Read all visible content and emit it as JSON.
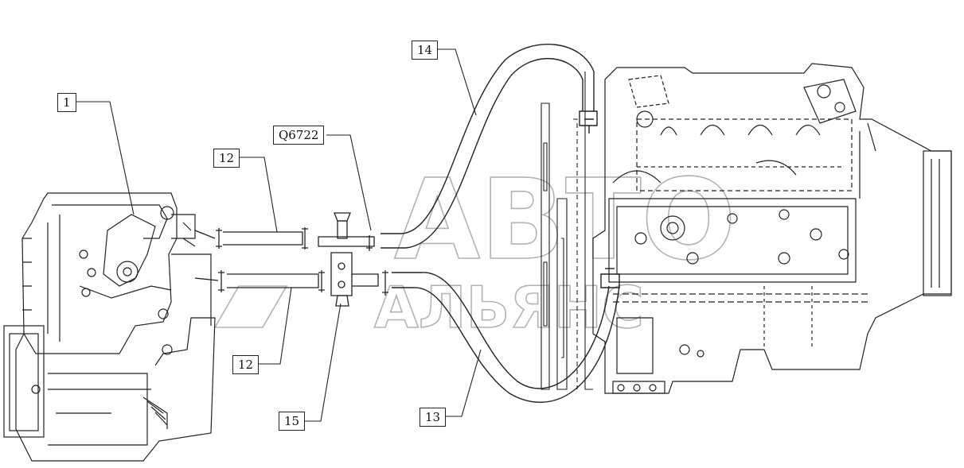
{
  "callouts": {
    "c1": "1",
    "c14": "14",
    "q6722": "Q6722",
    "c12_top": "12",
    "c12_bottom": "12",
    "c15": "15",
    "c13": "13"
  },
  "watermark": {
    "line1": "АВТО",
    "line2": "АЛЬЯНС"
  }
}
